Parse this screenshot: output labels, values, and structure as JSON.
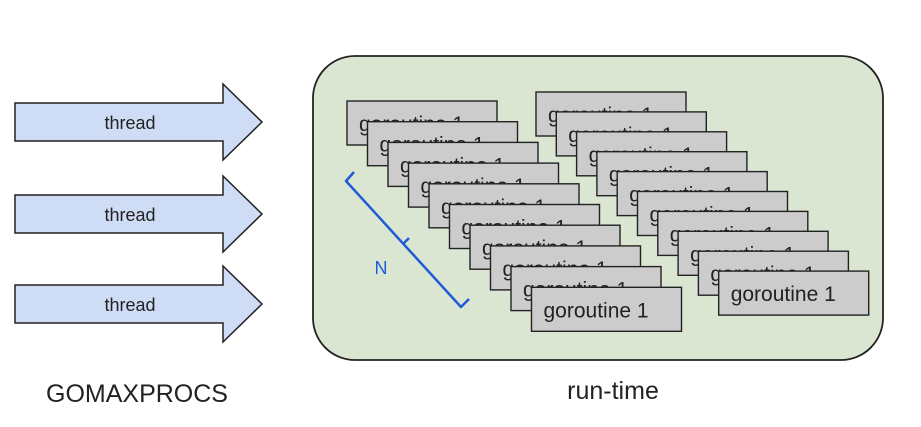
{
  "threads": [
    "thread",
    "thread",
    "thread"
  ],
  "gomaxprocs_label": "GOMAXPROCS",
  "runtime_label": "run-time",
  "goroutine_label": "goroutine 1",
  "n_label": "N",
  "colors": {
    "arrow_fill": "#cfdcf5",
    "runtime_fill": "#dbe6d2",
    "goroutine_fill": "#cccccc",
    "bracket": "#1f5bd6",
    "stroke": "#222222"
  }
}
